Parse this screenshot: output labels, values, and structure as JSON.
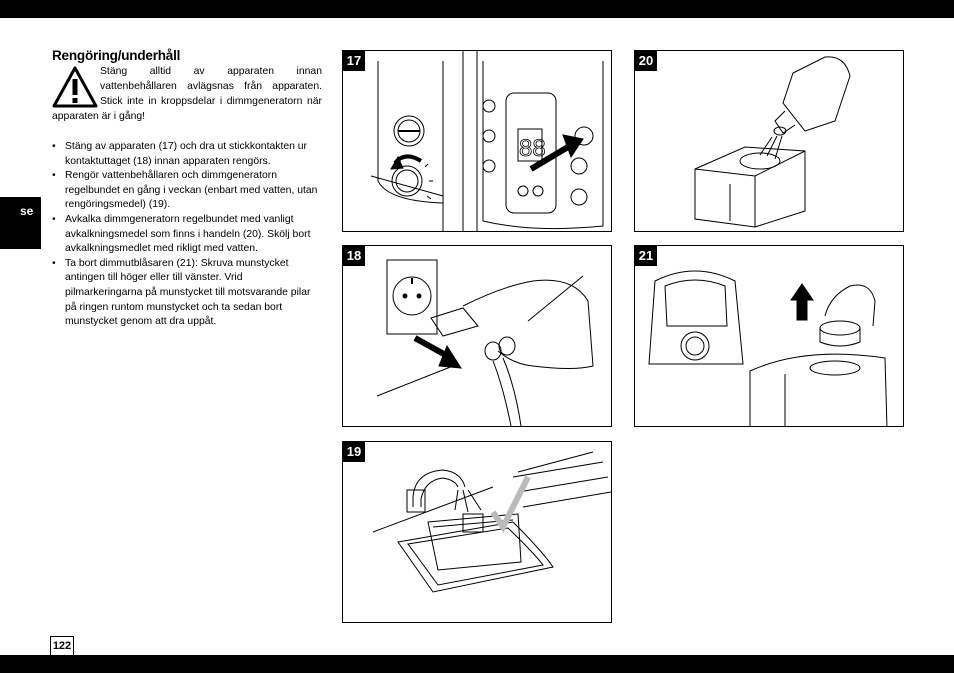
{
  "section": {
    "title": "Rengöring/underhåll",
    "warning": "Stäng alltid av apparaten innan vattenbehållaren avlägsnas från apparaten. Stick inte in kroppsdelar i dimmgeneratorn när apparaten är i gång!",
    "bullets": [
      "Stäng av apparaten (17) och dra ut stickkontakten ur kontaktuttaget (18) innan apparaten rengörs.",
      "Rengör vattenbehållaren och dimmgeneratorn regelbundet en gång i veckan (enbart med vatten, utan rengöringsmedel) (19).",
      "Avkalka dimmgeneratorn regelbundet med vanligt avkalkningsmedel som finns i handeln (20). Skölj bort avkalkningsmedlet med rikligt med vatten.",
      "Ta bort dimmutblåsaren (21): Skruva munstycket antingen till höger eller till vänster. Vrid pilmarkeringarna på munstycket till motsvarande pilar på ringen runtom munstycket och ta sedan bort munstycket genom att dra uppåt."
    ]
  },
  "language_tab": "se",
  "page_number": "122",
  "figures": {
    "fig17": "17",
    "fig18": "18",
    "fig19": "19",
    "fig20": "20",
    "fig21": "21"
  },
  "display_digits": "88"
}
